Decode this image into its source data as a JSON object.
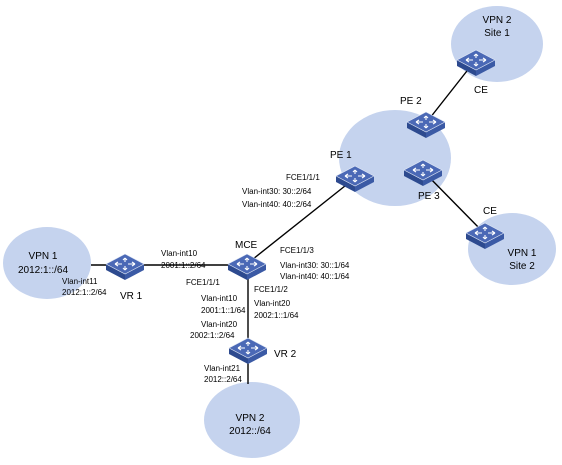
{
  "clouds": {
    "vpn2_site1": {
      "line1": "VPN 2",
      "line2": "Site 1"
    },
    "vpn1_site2": {
      "line1": "VPN 1",
      "line2": "Site 2"
    },
    "vpn1_left": {
      "line1": "VPN 1",
      "line2": "2012:1::/64"
    },
    "vpn2_bottom": {
      "line1": "VPN 2",
      "line2": "2012::/64"
    }
  },
  "devices": {
    "pe1": "PE 1",
    "pe2": "PE 2",
    "pe3": "PE 3",
    "ce_top": "CE",
    "ce_right": "CE",
    "mce": "MCE",
    "vr1": "VR 1",
    "vr2": "VR 2"
  },
  "interfaces": {
    "pe1_port": "FCE1/1/1",
    "pe1_vlan30": "Vlan-int30: 30::2/64",
    "pe1_vlan40": "Vlan-int40: 40::2/64",
    "mce_vlan10_name": "Vlan-int10",
    "mce_vlan10_addr": "2001:1::2/64",
    "vr1_vlan11_name": "Vlan-int11",
    "vr1_vlan11_addr": "2012:1::2/64",
    "mce_port_fce113": "FCE1/1/3",
    "mce_vlan30": "Vlan-int30: 30::1/64",
    "mce_vlan40": "Vlan-int40: 40::1/64",
    "mce_port_fce111": "FCE1/1/1",
    "mce_fce111_vlan10_name": "Vlan-int10",
    "mce_fce111_vlan10_addr": "2001:1::1/64",
    "mce_port_fce112": "FCE1/1/2",
    "mce_vlan20_name": "Vlan-int20",
    "mce_vlan20_addr": "2002:1::1/64",
    "vr2_vlan20_name": "Vlan-int20",
    "vr2_vlan20_addr": "2002:1::2/64",
    "vr2_vlan21_name": "Vlan-int21",
    "vr2_vlan21_addr": "2012::2/64"
  },
  "colors": {
    "cloud": "#c5d3ee",
    "switch": "#4b69b6"
  }
}
